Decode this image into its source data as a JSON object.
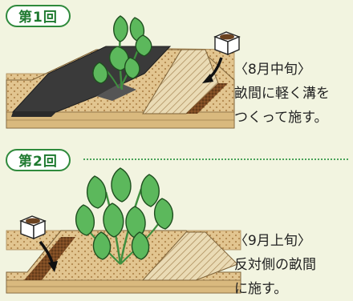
{
  "stage1": {
    "badge": "第1回",
    "timing": "〈8月中旬〉",
    "desc_line1": "畝間に軽く溝を",
    "desc_line2": "つくって施す。"
  },
  "stage2": {
    "badge": "第2回",
    "timing": "〈9月上旬〉",
    "desc_line1": "反対側の畝間",
    "desc_line2": "に施す。"
  },
  "colors": {
    "background": "#f2f4e0",
    "accent_green": "#2f8a3c",
    "soil": "#e2c590",
    "soil_dots": "#b2884e",
    "mulch": "#3a3a3a",
    "fertilizer": "#6b4220",
    "leaf": "#5cb85c"
  }
}
